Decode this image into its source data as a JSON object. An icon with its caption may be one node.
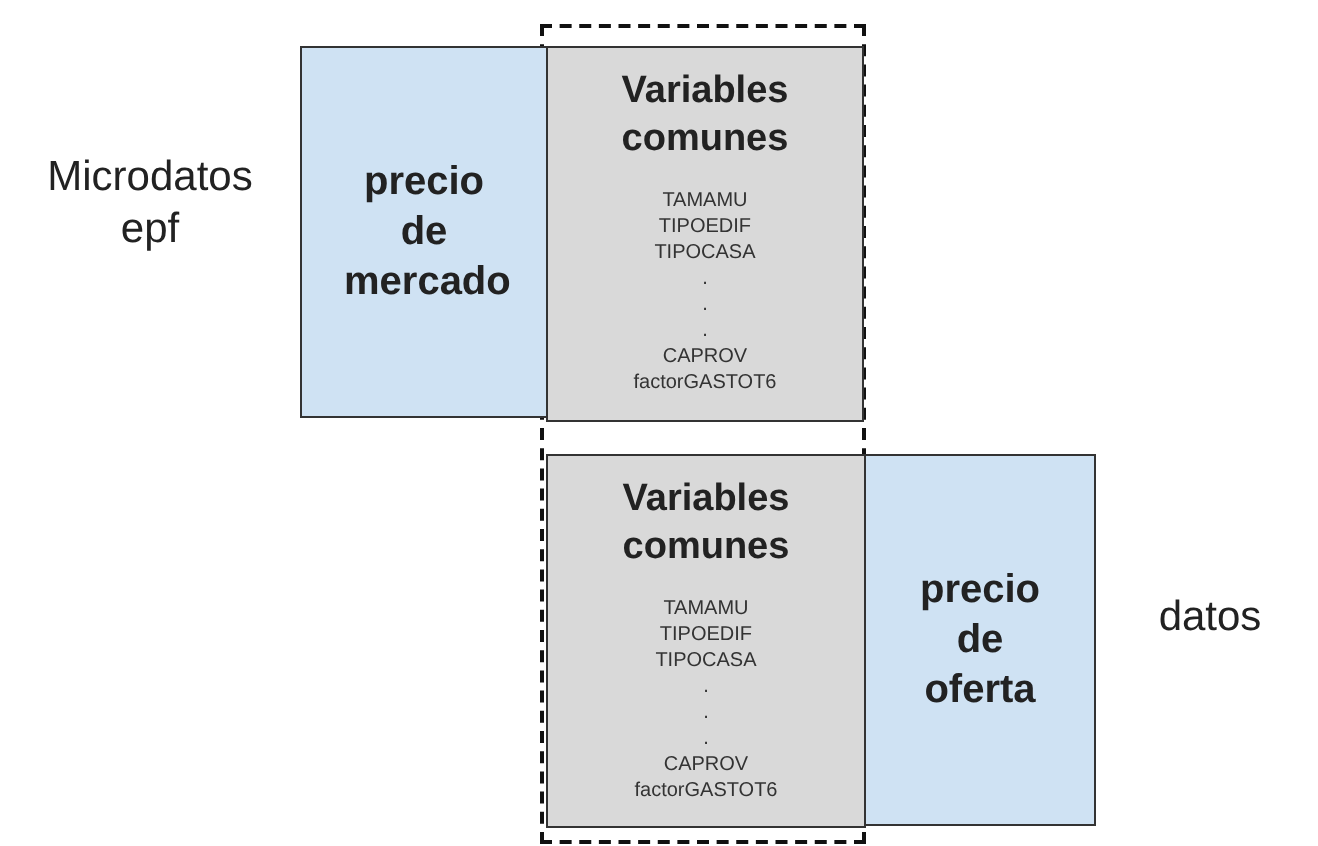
{
  "diagram": {
    "nodes": [
      {
        "text": [],
        "shape": "box"
      },
      {
        "text": [
          "precio de mercado"
        ]
      },
      {
        "text": [
          "Variables comunes",
          "TAMAMU TIPOEDIF TIPOCASA . . . CAPROV factorGASTOT6"
        ],
        "in": 0
      },
      {
        "text": [
          "Variables comunes",
          "TAMAMU TIPOEDIF TIPOCASA . . . CAPROV factorGASTOT6"
        ],
        "in": 0
      },
      {
        "text": [
          "precio de oferta"
        ]
      }
    ],
    "edges": [],
    "labels": [
      "Microdatos epf",
      "datos"
    ]
  }
}
